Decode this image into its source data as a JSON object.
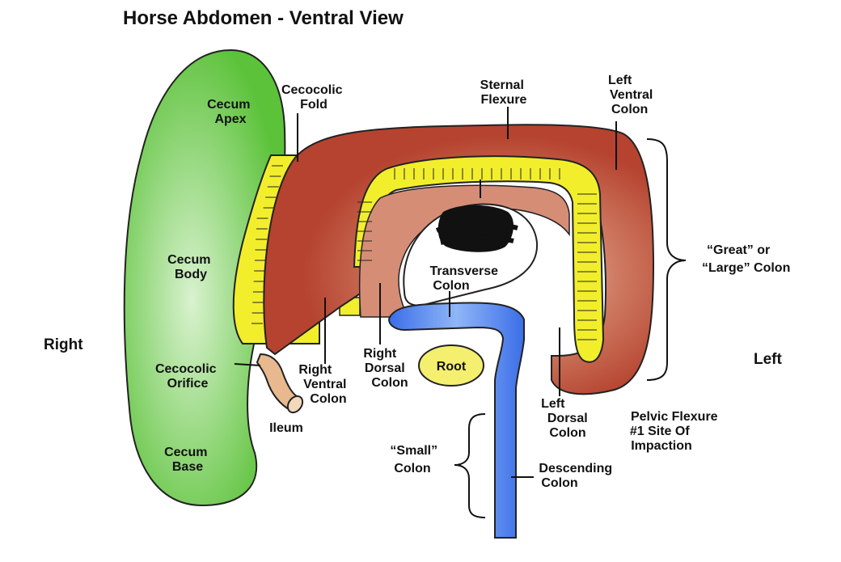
{
  "title": "Horse Abdomen - Ventral View",
  "orientation": {
    "right": "Right",
    "left": "Left"
  },
  "labels": {
    "cecum_apex": [
      "Cecum",
      "Apex"
    ],
    "cecum_body": [
      "Cecum",
      "Body"
    ],
    "cecum_base": [
      "Cecum",
      "Base"
    ],
    "cecocolic_fold": [
      "Cecocolic",
      "Fold"
    ],
    "cecocolic_orifice": [
      "Cecocolic",
      "Orifice"
    ],
    "sternal_flexure": [
      "Sternal",
      "Flexure"
    ],
    "left_ventral_colon": [
      "Left",
      "Ventral",
      "Colon"
    ],
    "great_colon": [
      "“Great” or",
      "“Large” Colon"
    ],
    "transverse_colon": [
      "Transverse",
      "Colon"
    ],
    "right_dorsal_colon": [
      "Right",
      "Dorsal",
      "Colon"
    ],
    "right_ventral_colon": [
      "Right",
      "Ventral",
      "Colon"
    ],
    "root": "Root",
    "ileum": "Ileum",
    "left_dorsal_colon": [
      "Left",
      "Dorsal",
      "Colon"
    ],
    "pelvic_flexure": [
      "Pelvic Flexure",
      "#1 Site Of",
      "Impaction"
    ],
    "small_colon": [
      "“Small”",
      "Colon"
    ],
    "descending_colon": [
      "Descending",
      "Colon"
    ]
  },
  "colors": {
    "cecum": "#5cc23a",
    "cecum_light": "#d9f2cf",
    "large_colon": "#b5432f",
    "large_colon_light": "#f3d9cf",
    "fold": "#f2ee2c",
    "small_colon": "#3b6ee8",
    "small_colon_light": "#8fb6f7",
    "ileum": "#e8b98f",
    "root": "#f4ef6e"
  }
}
